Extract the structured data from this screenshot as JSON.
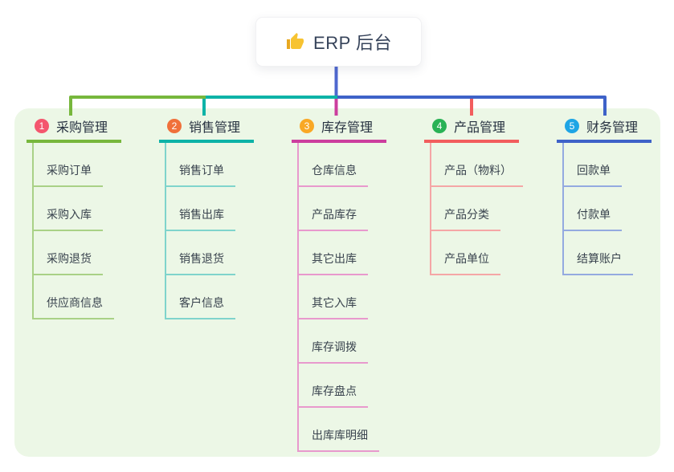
{
  "root": {
    "label": "ERP 后台",
    "icon": "thumbs-up-icon"
  },
  "colors": {
    "green": "#77b73c",
    "teal": "#0db3a7",
    "magenta": "#cc3e9e",
    "red": "#f25d5d",
    "blue": "#3e62c8",
    "rootline": "#4f68cf",
    "board_bg": "#ecf7e6",
    "thumb": "#f7c331"
  },
  "branches": [
    {
      "num": "1",
      "label": "采购管理",
      "color": "#77b73c",
      "light": "#a9d186",
      "badge": "#f4566e",
      "items": [
        "采购订单",
        "采购入库",
        "采购退货",
        "供应商信息"
      ]
    },
    {
      "num": "2",
      "label": "销售管理",
      "color": "#0db3a7",
      "light": "#7fd4cc",
      "badge": "#f0703a",
      "items": [
        "销售订单",
        "销售出库",
        "销售退货",
        "客户信息"
      ]
    },
    {
      "num": "3",
      "label": "库存管理",
      "color": "#cc3e9e",
      "light": "#e899cd",
      "badge": "#f9a825",
      "items": [
        "仓库信息",
        "产品库存",
        "其它出库",
        "其它入库",
        "库存调拨",
        "库存盘点",
        "出库库明细"
      ]
    },
    {
      "num": "4",
      "label": "产品管理",
      "color": "#f25d5d",
      "light": "#f5a6a6",
      "badge": "#29b255",
      "items": [
        "产品（物料）",
        "产品分类",
        "产品单位"
      ]
    },
    {
      "num": "5",
      "label": "财务管理",
      "color": "#3e62c8",
      "light": "#94aae0",
      "badge": "#1ea5e5",
      "items": [
        "回款单",
        "付款单",
        "结算账户"
      ]
    }
  ]
}
